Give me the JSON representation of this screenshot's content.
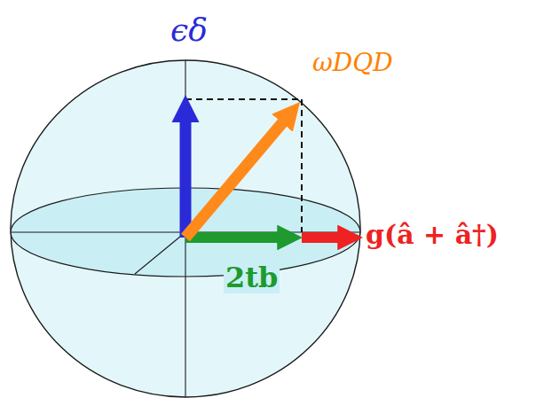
{
  "diagram": {
    "labels": [
      "ϵδ",
      "ωDQD",
      "2tb",
      "g(â + â†)"
    ]
  }
}
